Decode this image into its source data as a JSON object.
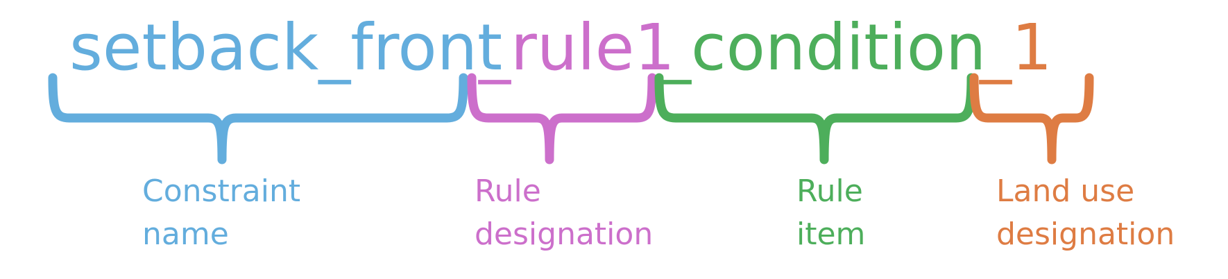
{
  "segments": [
    {
      "text": "setback_front",
      "color": "#63ADDD",
      "label": [
        "Constraint",
        "name"
      ]
    },
    {
      "text": "_rule1",
      "color": "#CC6FCB",
      "label": [
        "Rule",
        "designation"
      ]
    },
    {
      "text": "_condition",
      "color": "#4DAE5B",
      "label": [
        "Rule",
        "item"
      ]
    },
    {
      "text": "_1",
      "color": "#DE7C43",
      "label": [
        "Land use",
        "designation"
      ]
    }
  ]
}
